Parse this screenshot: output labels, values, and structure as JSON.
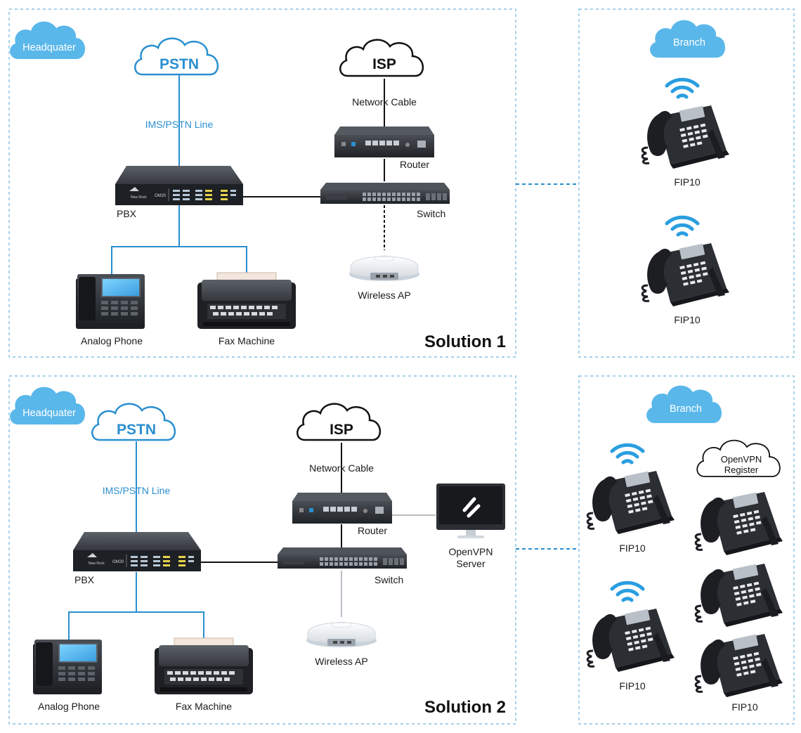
{
  "solution1": {
    "title": "Solution 1",
    "headquarter_label": "Headquater",
    "branch_label": "Branch",
    "pstn_label": "PSTN",
    "isp_label": "ISP",
    "ims_line_label": "IMS/PSTN Line",
    "network_cable_label": "Network Cable",
    "router_label": "Router",
    "pbx_label": "PBX",
    "switch_label": "Switch",
    "wireless_ap_label": "Wireless AP",
    "analog_phone_label": "Analog Phone",
    "fax_machine_label": "Fax Machine",
    "pbx_brand": "New Rock",
    "pbx_model": "OM20",
    "branch_phones": [
      "FIP10",
      "FIP10"
    ]
  },
  "solution2": {
    "title": "Solution 2",
    "headquarter_label": "Headquater",
    "branch_label": "Branch",
    "pstn_label": "PSTN",
    "isp_label": "ISP",
    "ims_line_label": "IMS/PSTN Line",
    "network_cable_label": "Network Cable",
    "router_label": "Router",
    "pbx_label": "PBX",
    "switch_label": "Switch",
    "wireless_ap_label": "Wireless AP",
    "analog_phone_label": "Analog Phone",
    "fax_machine_label": "Fax Machine",
    "openvpn_server_line1": "OpenVPN",
    "openvpn_server_line2": "Server",
    "openvpn_register_line1": "OpenVPN",
    "openvpn_register_line2": "Register",
    "pbx_brand": "New Rock",
    "pbx_model": "OM20",
    "branch_wifi_phones": [
      "FIP10",
      "FIP10"
    ],
    "branch_vpn_phones_label": "FIP10"
  },
  "colors": {
    "accent_blue": "#2a8fd0",
    "cloud_fill": "#5ab7ea",
    "border_dashed": "#6fb3de",
    "device_dark": "#2b2e33"
  }
}
